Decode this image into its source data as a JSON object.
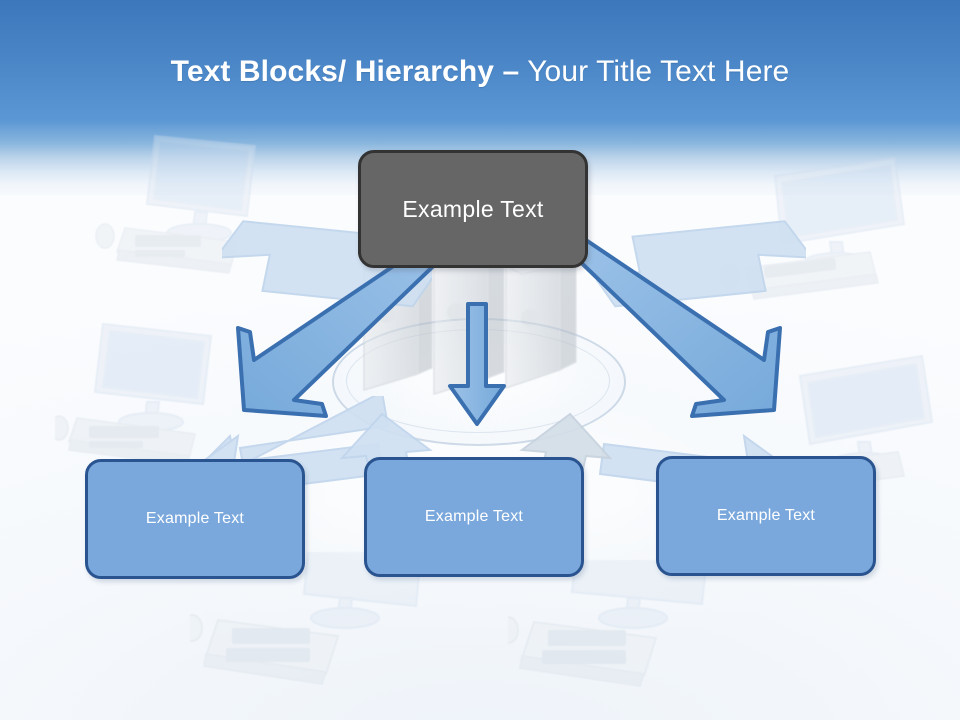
{
  "slide": {
    "title": {
      "bold_part": "Text Blocks/ Hierarchy –",
      "light_part": " Your Title Text Here",
      "full": "Text Blocks/ Hierarchy – Your Title Text Here"
    },
    "colors": {
      "banner_top": "#3b77ba",
      "banner_bottom": "#5b97d4",
      "background": "#f6f9fc",
      "root_fill": "#666666",
      "root_border": "#333333",
      "child_fill": "#7aa8dc",
      "child_border": "#2a5490",
      "arrow_fill": "#85b3e0",
      "arrow_border": "#3a6fb0",
      "pale_arrow_fill": "#cfe0f2",
      "title_text": "#ffffff",
      "node_text": "#ffffff"
    },
    "diagram": {
      "root": {
        "label": "Example  Text"
      },
      "children": [
        {
          "label": "Example Text"
        },
        {
          "label": "Example Text"
        },
        {
          "label": "Example Text"
        }
      ],
      "connectors": [
        {
          "name": "arrow-root-to-child-1",
          "direction": "down-left"
        },
        {
          "name": "arrow-root-to-child-2",
          "direction": "down"
        },
        {
          "name": "arrow-root-to-child-3",
          "direction": "down-right"
        }
      ]
    },
    "background_art": {
      "server_stack": "three-tower-server-cluster",
      "platform": "elliptical-platform",
      "workstations": [
        "workstation-top-left",
        "workstation-mid-left",
        "workstation-top-right",
        "workstation-mid-right",
        "workstation-bottom-left",
        "workstation-bottom-center"
      ],
      "decorative_arrows": [
        "pale-arrow-upper-left",
        "pale-arrow-lower-left",
        "pale-arrow-upper-right",
        "pale-arrow-lower-right",
        "pale-arrow-bottom-left",
        "pale-arrow-bottom-right"
      ]
    }
  }
}
